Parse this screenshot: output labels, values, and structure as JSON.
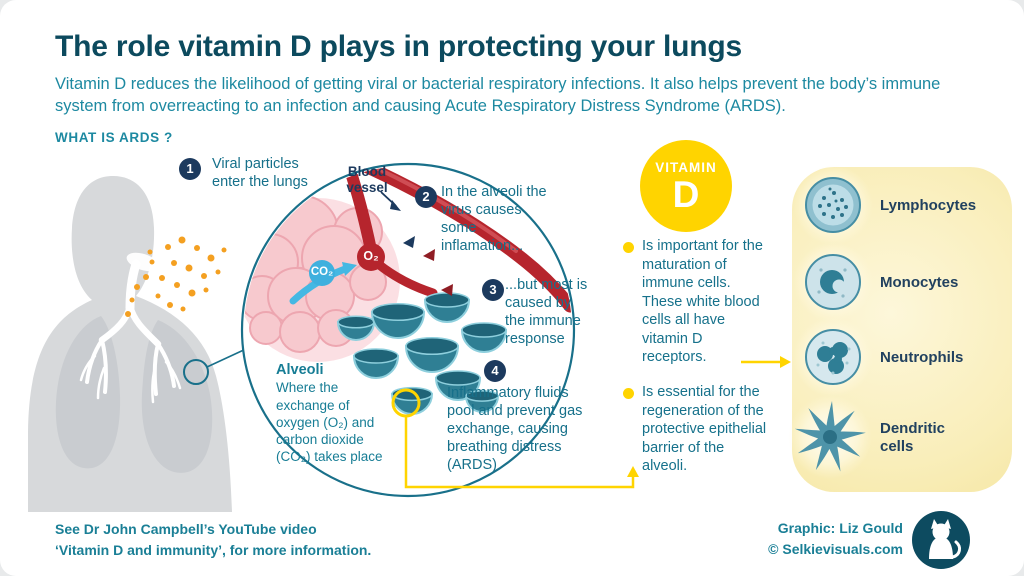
{
  "colors": {
    "title_teal": "#0c4a5e",
    "body_teal": "#17788f",
    "navy": "#1c3a5e",
    "yellow": "#ffd400",
    "orange": "#f4a021",
    "vessel_red": "#b6252d"
  },
  "header": {
    "title": "The role vitamin D plays in protecting your lungs",
    "subtitle": "Vitamin D reduces the likelihood of getting viral or bacterial respiratory infections. It also helps prevent the body’s immune system from overreacting to an infection and causing Acute Respiratory Distress Syndrome (ARDS).",
    "section_label": "WHAT IS ARDS ?"
  },
  "steps": [
    {
      "num": "1",
      "text": "Viral particles enter the lungs"
    },
    {
      "num": "2",
      "text": "In the alveoli the virus causes some inflamation..."
    },
    {
      "num": "3",
      "text": "...but most is caused by the immune response"
    },
    {
      "num": "4",
      "text": "Inflammatory fluids pool and prevent gas exchange, causing breathing distress (ARDS)"
    }
  ],
  "diagram_labels": {
    "blood_vessel": "Blood vessel",
    "o2": "O₂",
    "co2": "CO₂",
    "alveoli_title": "Alveoli",
    "alveoli_desc": "Where the exchange of oxygen (O₂) and carbon dioxide (CO₂) takes place"
  },
  "vitamin_d": {
    "badge_line1": "VITAMIN",
    "badge_line2": "D",
    "bullet1": "Is important for the maturation of immune cells. These white blood cells all have vitamin D receptors.",
    "bullet2": "Is essential for the regeneration of the protective epithelial barrier of the alveoli."
  },
  "cells_panel": {
    "items": [
      {
        "label": "Lymphocytes"
      },
      {
        "label": "Monocytes"
      },
      {
        "label": "Neutrophils"
      },
      {
        "label": "Dendritic cells"
      }
    ]
  },
  "footer": {
    "note": "See Dr John Campbell’s YouTube video\n‘Vitamin D and immunity’, for more information.",
    "credit_line1": "Graphic: Liz Gould",
    "credit_line2": "© Selkievisuals.com"
  }
}
